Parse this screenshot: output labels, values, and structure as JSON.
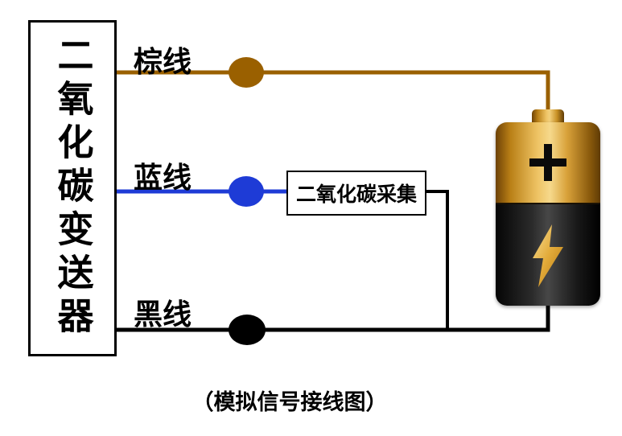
{
  "diagram": {
    "transmitter": {
      "label": "二氧化碳变送器"
    },
    "collector": {
      "label": "二氧化碳采集"
    },
    "caption": "（模拟信号接线图）",
    "wires": {
      "brown": {
        "label": "棕线",
        "color": "#9A6000"
      },
      "blue": {
        "label": "蓝线",
        "color": "#1E3BD6"
      },
      "black": {
        "label": "黑线",
        "color": "#000000"
      }
    },
    "battery": {
      "gold_color": "#D9A23A",
      "body_color": "#0A0A0A"
    }
  }
}
